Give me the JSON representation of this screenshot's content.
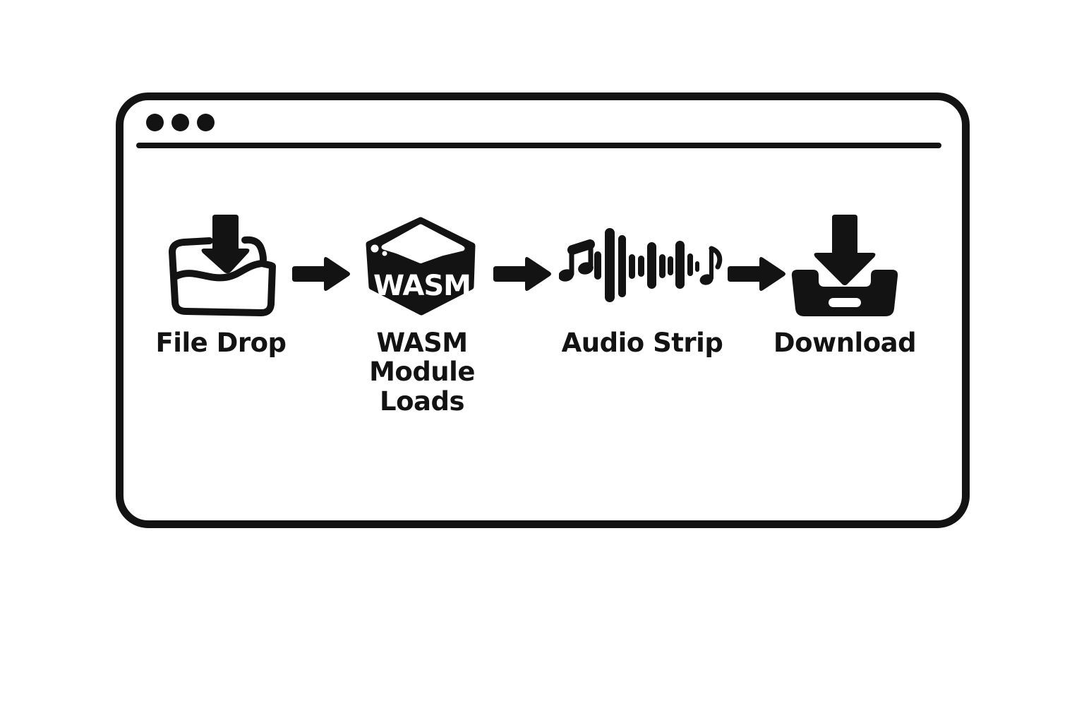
{
  "colors": {
    "ink": "#131313",
    "paper": "#ffffff"
  },
  "window": {
    "kind": "browser-window-illustration",
    "traffic_dot_count": 3
  },
  "flow": {
    "connector": {
      "icon": "arrow-right-icon"
    },
    "steps": [
      {
        "icon": "file-drop-folder-icon",
        "label": "File Drop"
      },
      {
        "icon": "wasm-cube-icon",
        "cube_text": "WASM",
        "label": "WASM Module Loads",
        "label_lines": [
          "WASM Module",
          "Loads"
        ]
      },
      {
        "icon": "audio-waveform-icon",
        "label": "Audio Strip"
      },
      {
        "icon": "download-tray-icon",
        "label": "Download"
      }
    ]
  }
}
